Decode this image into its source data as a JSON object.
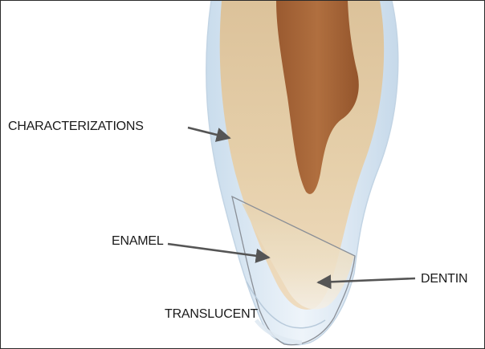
{
  "diagram": {
    "labels": {
      "characterizations": "CHARACTERIZATIONS",
      "enamel": "ENAMEL",
      "dentin": "DENTIN",
      "translucent": "TRANSLUCENT"
    },
    "colors": {
      "dentin_body": "#e2c9a2",
      "pulp": "#a8673a",
      "enamel_shell": "#d7e6f2",
      "translucent_edge": "#eef4fa",
      "arrow": "#555555",
      "outline": "#8a8f97"
    }
  }
}
